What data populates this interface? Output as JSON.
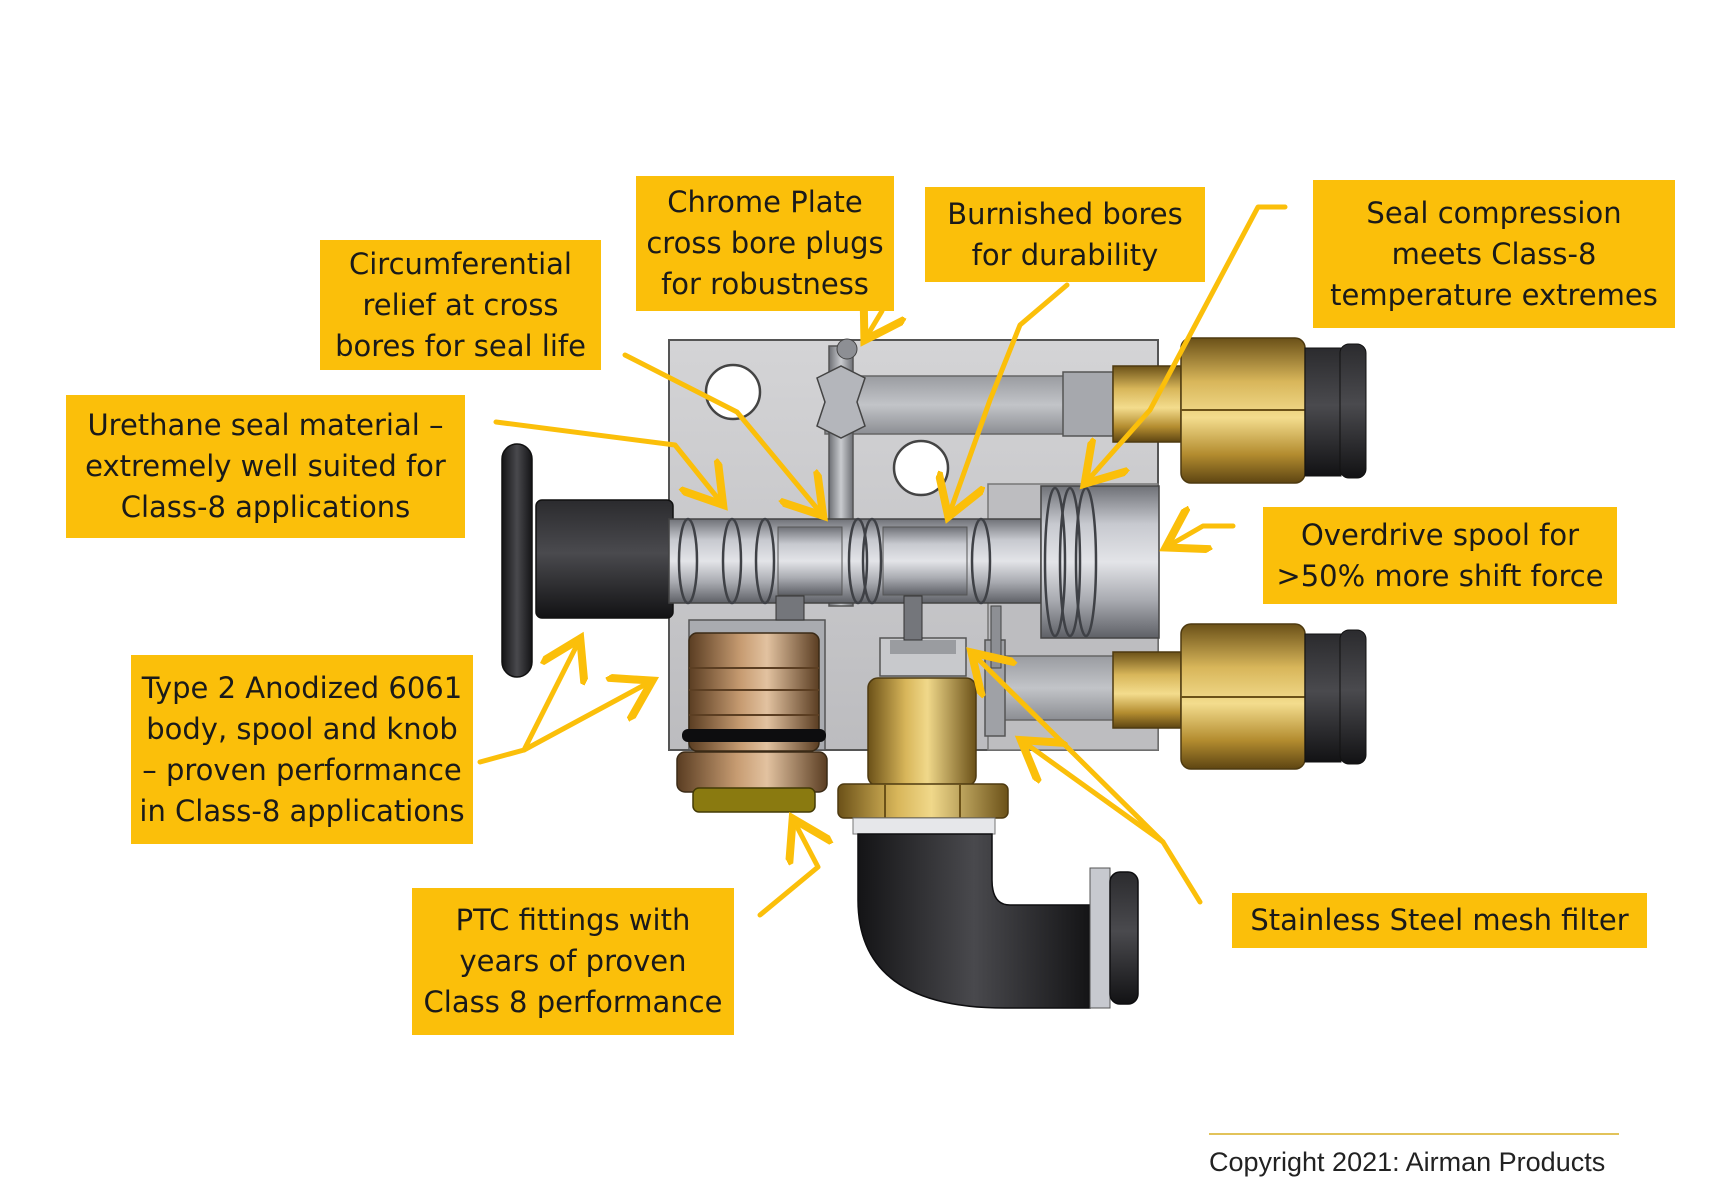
{
  "callouts": {
    "chrome_plate": [
      "Chrome Plate",
      "cross bore plugs",
      "for robustness"
    ],
    "burnished": [
      "Burnished bores",
      "for durability"
    ],
    "seal_compression": [
      "Seal compression",
      "meets Class-8",
      "temperature extremes"
    ],
    "circumferential": [
      "Circumferential",
      "relief at cross",
      "bores for seal life"
    ],
    "urethane": [
      "Urethane seal material –",
      "extremely well suited for",
      "Class-8 applications"
    ],
    "overdrive": [
      "Overdrive spool for",
      ">50% more shift force"
    ],
    "anodized": [
      "Type 2 Anodized 6061",
      "body, spool and knob",
      "– proven performance",
      "in Class-8 applications"
    ],
    "ptc": [
      "PTC fittings with",
      "years of proven",
      "Class 8 performance"
    ],
    "stainless": [
      "Stainless Steel mesh filter"
    ]
  },
  "copyright": "Copyright 2021: Airman Products",
  "colors": {
    "callout_bg": "#fbbf0a",
    "arrow": "#fbbf0a",
    "body": "#c9c9cb",
    "brass": "#c9a23c",
    "black_part": "#1e1e20"
  }
}
